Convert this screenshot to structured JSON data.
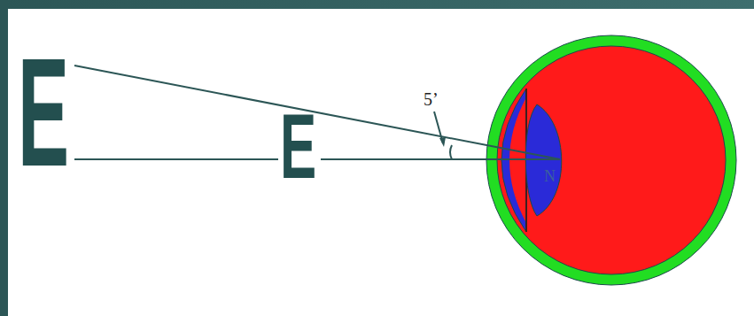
{
  "diagram": {
    "labels": [
      "E",
      "E",
      "5’",
      "N"
    ]
  }
}
